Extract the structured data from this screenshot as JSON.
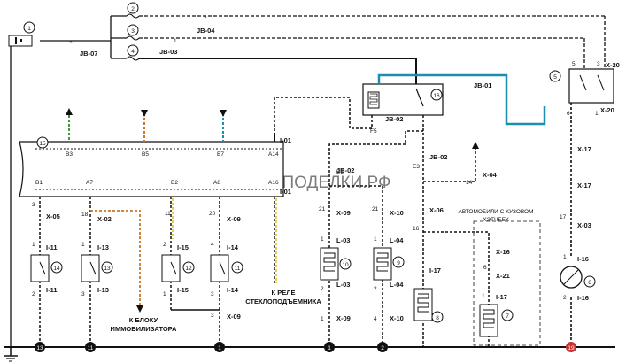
{
  "connectors": {
    "jb07": "JB-07",
    "jb04": "JB-04",
    "jb03": "JB-03",
    "jb01": "JB-01",
    "jb02": "JB-02",
    "x20": "X-20",
    "x17": "X-17",
    "x03": "X-03",
    "i16": "I-16",
    "i01": "I-01",
    "x05": "X-05",
    "x02": "X-02",
    "x09": "X-09",
    "x10": "X-10",
    "x06": "X-06",
    "x04": "X-04",
    "x16": "X-16",
    "x21": "X-21",
    "i17": "I-17",
    "i11": "I-11",
    "i13": "I-13",
    "i15": "I-15",
    "i14": "I-14",
    "l03": "L-03",
    "l04": "L-04",
    "f5": "F5",
    "e3": "E3",
    "b5pin": "B5"
  },
  "pins": {
    "b3": "B3",
    "b5": "B5",
    "b7": "B7",
    "a14": "A14",
    "b1": "B1",
    "a7": "A7",
    "b2": "B2",
    "a8": "A8",
    "a16": "A16"
  },
  "numbers": {
    "n1": "1",
    "n2": "2",
    "n3": "3",
    "n4": "4",
    "n5": "5",
    "n6": "6",
    "n11": "11",
    "n14": "14",
    "n16": "16",
    "n17": "17",
    "n18": "18",
    "n20": "20",
    "n21": "21"
  },
  "component_numbers": {
    "c1": "1",
    "c2": "2",
    "c3": "3",
    "c4": "4",
    "c5": "5",
    "c6": "6",
    "c7": "7",
    "c8": "8",
    "c9": "9",
    "c10": "10",
    "c11": "11",
    "c12": "12",
    "c13": "13",
    "c14": "14",
    "c15": "15",
    "c16": "16"
  },
  "ground_numbers": {
    "g13": "13",
    "g11": "11",
    "g1": "1",
    "g2": "2",
    "g19": "19"
  },
  "annotations": {
    "relay_line1": "К РЕЛЕ",
    "relay_line2": "СТЕКЛОПОДЪЕМНИКА",
    "immo_line1": "К БЛОКУ",
    "immo_line2": "ИММОБИЛИЗАТОРА",
    "body_line1": "АВТОМОБИЛИ С КУЗОВОМ",
    "body_line2": "ХЭТЧБЕК"
  },
  "watermark": "АВТО-ПОДЕЛКИ.РФ",
  "colors": {
    "wire_black": "#111111",
    "wire_cyan": "#1a8fb0",
    "wire_orange": "#c8782a",
    "wire_green": "#3c9a3c",
    "wire_yellow": "#d8c22a",
    "ground_accent": "#c83232"
  }
}
